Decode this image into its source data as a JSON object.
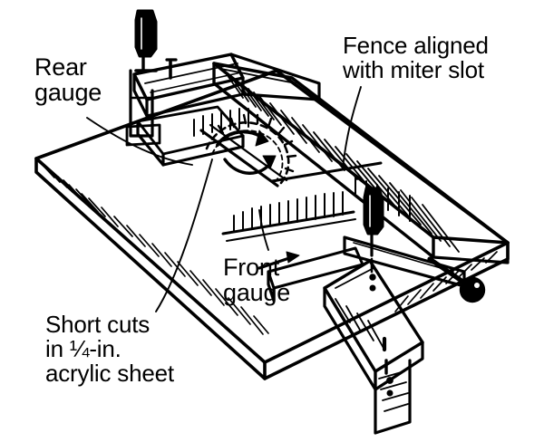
{
  "figure": {
    "title": "Table saw crosscut jig with front and rear gauges",
    "style": "black-and-white line illustration",
    "background_color": "#ffffff",
    "ink_color": "#000000"
  },
  "labels": {
    "rear_gauge": "Rear\ngauge",
    "fence_aligned": "Fence aligned\nwith miter slot",
    "front_gauge": "Front\ngauge",
    "short_cuts": "Short cuts\nin ¼-in.\nacrylic sheet"
  },
  "callouts": [
    {
      "name": "rear-gauge",
      "text": "Rear gauge",
      "leader": true
    },
    {
      "name": "fence-aligned",
      "text": "Fence aligned with miter slot",
      "leader": true
    },
    {
      "name": "front-gauge",
      "text": "Front gauge",
      "leader": true
    },
    {
      "name": "short-cuts",
      "text": "Short cuts in 1/4-in. acrylic sheet",
      "leader": true
    }
  ],
  "parts": [
    "acrylic-sheet",
    "rear-gauge-bar",
    "front-gauge-bar",
    "rip-fence",
    "saw-blade",
    "rotation-arrow",
    "feed-direction-arrow",
    "screwdriver-clamp-rear",
    "screwdriver-clamp-front",
    "lever-knob"
  ]
}
